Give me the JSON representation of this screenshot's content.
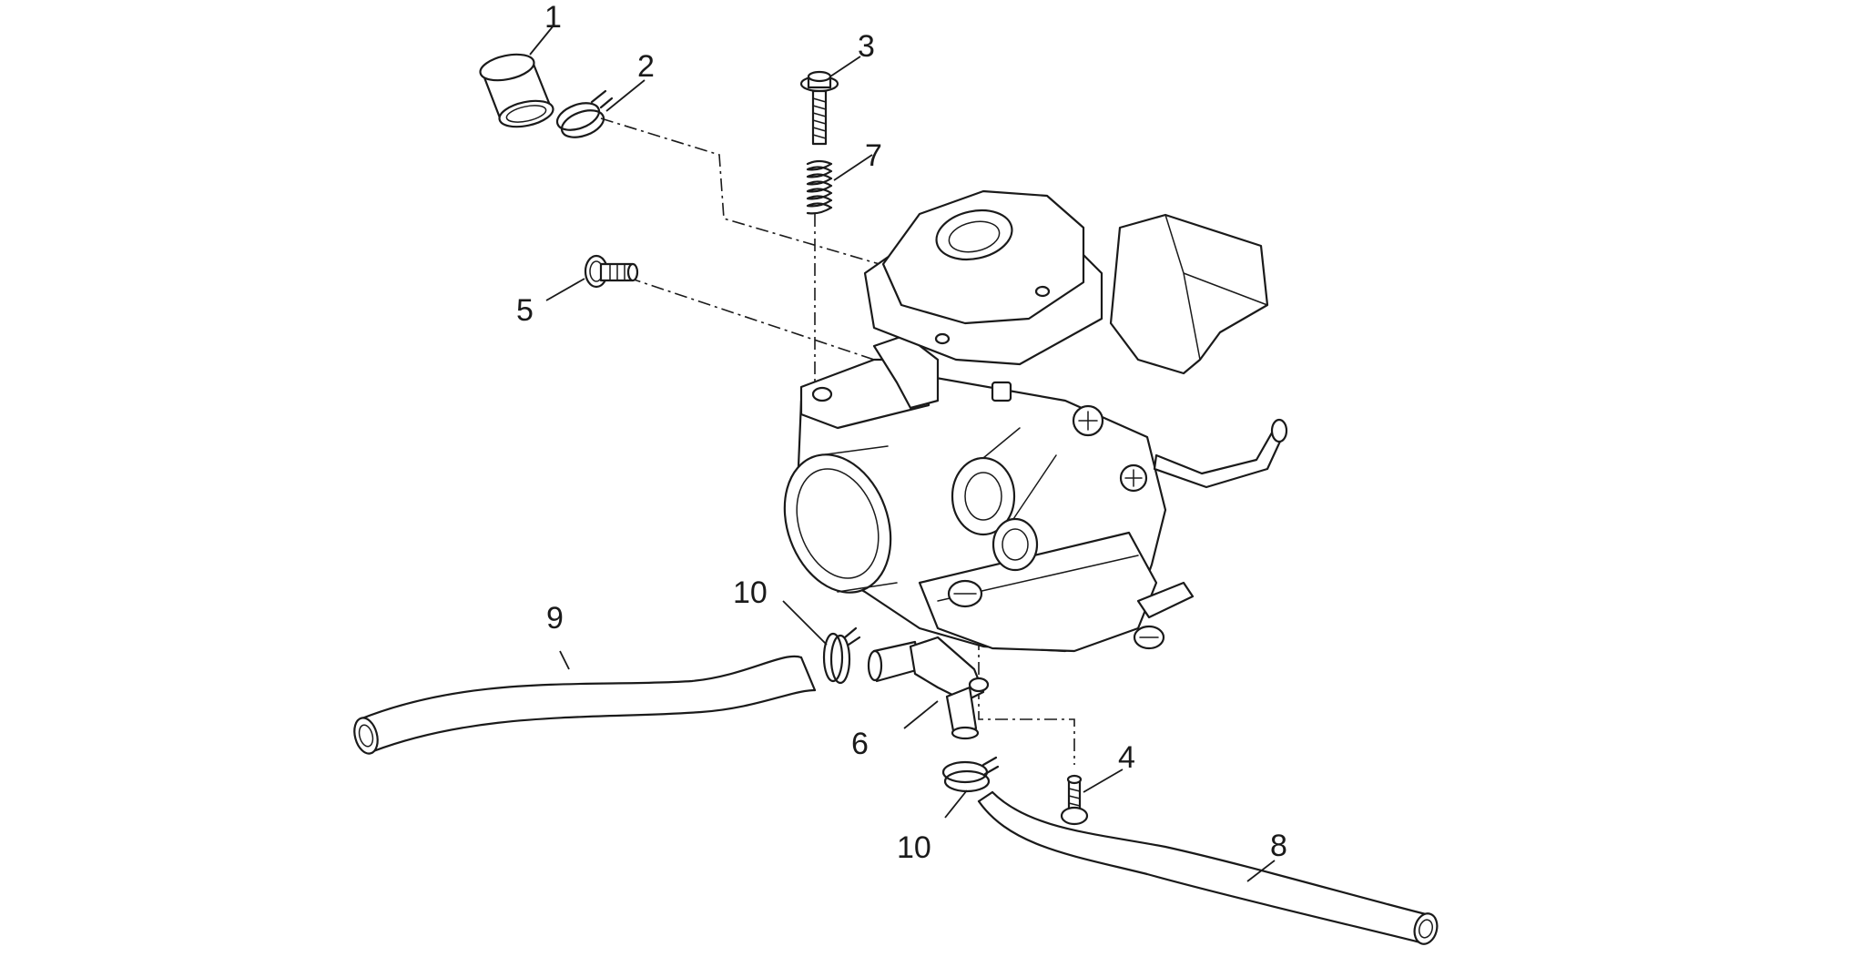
{
  "callouts": {
    "part1": "1",
    "part2": "2",
    "part3": "3",
    "part4": "4",
    "part5": "5",
    "part6": "6",
    "part7": "7",
    "part8": "8",
    "part9": "9",
    "part10a": "10",
    "part10b": "10"
  }
}
